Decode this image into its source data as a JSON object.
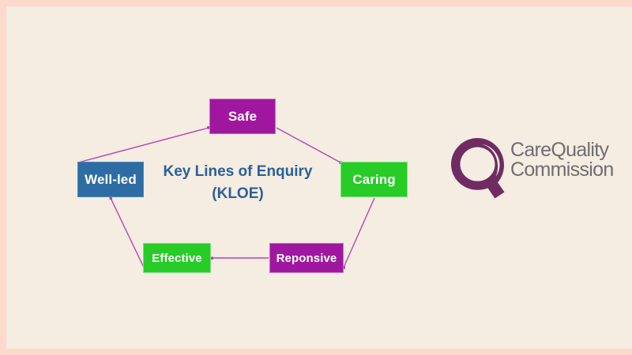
{
  "slide": {
    "background_color": "#f5ece2",
    "border_color": "#fcd9ca"
  },
  "diagram": {
    "center_title_line1": "Key Lines of",
    "center_title_line2": "Enquiry (KLOE)",
    "center_title_color": "#2b6099",
    "nodes": [
      {
        "id": "safe",
        "label": "Safe",
        "color": "#a0179f",
        "text_color": "#ffffff"
      },
      {
        "id": "caring",
        "label": "Caring",
        "color": "#27cc27",
        "text_color": "#ffffff"
      },
      {
        "id": "reponsive",
        "label": "Reponsive",
        "color": "#a0179f",
        "text_color": "#ffffff"
      },
      {
        "id": "effective",
        "label": "Effective",
        "color": "#27cc27",
        "text_color": "#ffffff"
      },
      {
        "id": "wellled",
        "label": "Well-led",
        "color": "#2e6da4",
        "text_color": "#ffffff"
      }
    ],
    "connector_color": "#b248b0",
    "connectors": [
      {
        "from": "wellled",
        "to": "safe"
      },
      {
        "from": "safe",
        "to": "caring"
      },
      {
        "from": "caring",
        "to": "reponsive"
      },
      {
        "from": "reponsive",
        "to": "effective"
      },
      {
        "from": "effective",
        "to": "wellled"
      }
    ]
  },
  "logo": {
    "name": "care-quality-commission",
    "mark_letter": "Q",
    "mark_color": "#6f2c63",
    "word_line1": "CareQuality",
    "word_line2": "Commission",
    "word_color": "#6d6e71"
  }
}
